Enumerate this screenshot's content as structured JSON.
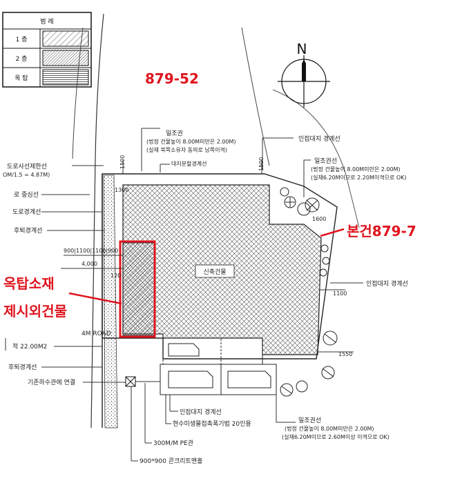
{
  "accent_color": "#e0141e",
  "legend": {
    "title": "범   례",
    "rows": [
      {
        "label": "1  층",
        "pattern": "diag"
      },
      {
        "label": "2  층",
        "pattern": "dense-diag"
      },
      {
        "label": "옥  탑",
        "pattern": "horiz"
      }
    ]
  },
  "north": {
    "letter": "N"
  },
  "parcel_top": "879-52",
  "parcel_right": "본건879-7",
  "rooftop_note": {
    "line1": "옥탑소재",
    "line2": "제시외건물"
  },
  "labels": {
    "sunlight_top": "일조권",
    "sunlight_top_1": "(법정  건물높이 8.00M미만은 2.00M)",
    "sunlight_top_2": "(실재 북쪽소유자 동의로 남쪽이격)",
    "adjacent_top": "인접대지  경계선",
    "site_merge": "대지분할경계선",
    "sunlight_right": "일조권선",
    "sunlight_right_1": "(법정  건물높이 8.00M미만은 2.00M)",
    "sunlight_right_2": "(실재6.20M이므로 2.20M이격으로 OK)",
    "road_limit": "도로사선제한선",
    "road_limit_2": "OM/1.5 = 4.87M)",
    "center_line": "로 중심선",
    "road_boundary": "도로경계선",
    "setback_line": "후퇴경계선",
    "dims_row": "900|1100|1100|900",
    "dim_4000": "4,000",
    "dim_1500a": "1500",
    "dim_1500b": "1500",
    "dim_1300": "1300",
    "dim_1600": "1600",
    "dim_1100": "1100",
    "dim_1550": "1550",
    "dim_120": "120",
    "adjacent_right": "인접대지  경계선",
    "new_building": "신축건물",
    "road": "4M ROAD",
    "area": "적 22.00M2",
    "setback_line_2": "후퇴경계선",
    "sewer": "기존하수관에 연결",
    "adjacent_bottom": "인접대지  경계선",
    "septic": "현수미생물접촉폭기법 20인용",
    "pipe": "300M/M PE관",
    "manhole": "900*900 콘크리트맨홀",
    "sunlight_bottom": "일조권선",
    "sunlight_bottom_1": "(법정  건물높이 8.00M미만은 2.00M)",
    "sunlight_bottom_2": "(실재6.20M이므로 2.60M이상 이격으로 OK)"
  }
}
